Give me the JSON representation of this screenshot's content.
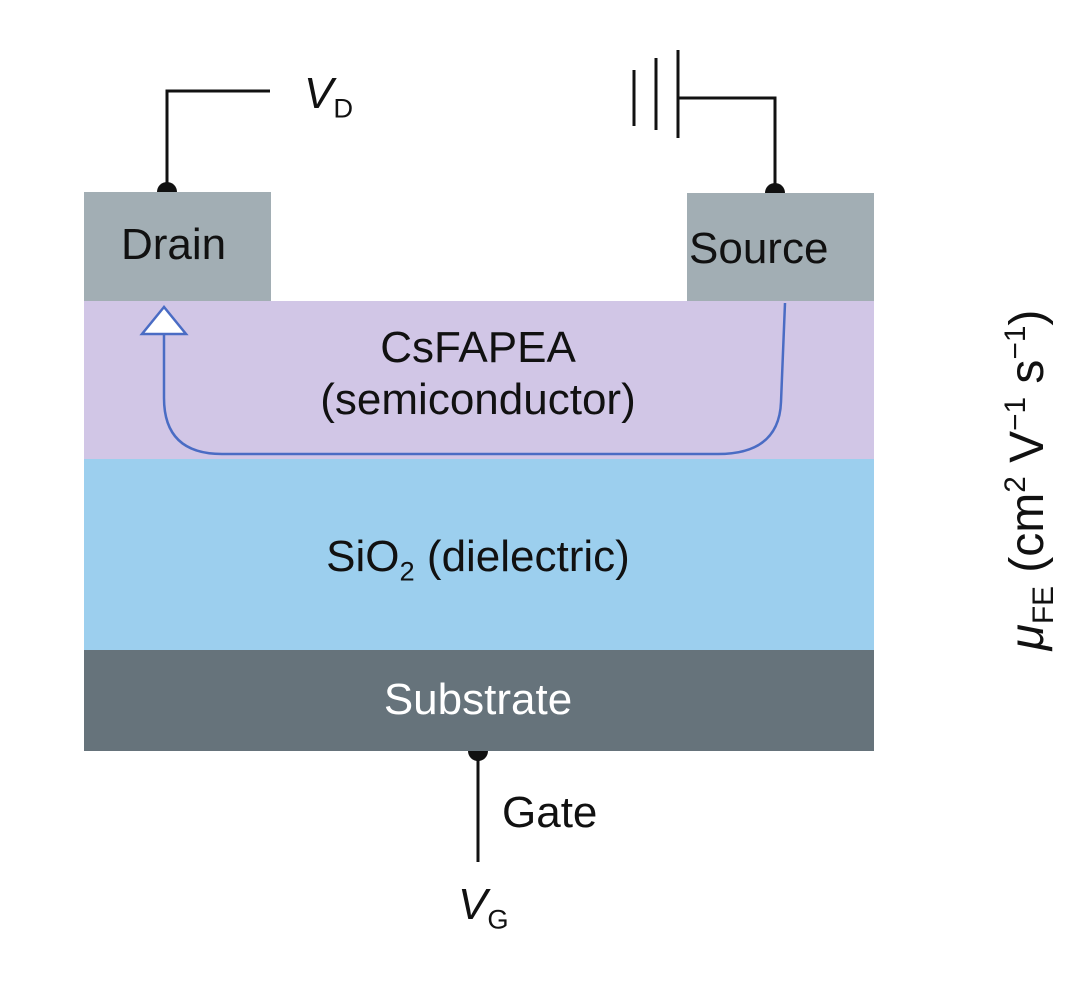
{
  "labels": {
    "vd": {
      "main": "V",
      "sub": "D"
    },
    "vg": {
      "main": "V",
      "sub": "G"
    },
    "drain": "Drain",
    "source": "Source",
    "semiconductor": {
      "line1": "CsFAPEA",
      "line2": "(semiconductor)"
    },
    "dielectric": {
      "pre": "SiO",
      "sub": "2",
      "post": " (dielectric)"
    },
    "substrate": "Substrate",
    "gate": "Gate",
    "mobility": {
      "symbol": "μ",
      "symbol_sub": "FE",
      "open": " (cm",
      "exp1": "2",
      "mid": " V",
      "exp2": "−1",
      "s": " s",
      "exp3": "−1",
      "close": ")"
    }
  },
  "colors": {
    "semiconductor": "#d1c6e6",
    "dielectric": "#9ccfee",
    "substrate": "#66737b",
    "electrode": "#a2aeb4",
    "current_path": "#4a6cc4",
    "wire": "#111111"
  },
  "icons": {
    "ground": "ground-symbol-icon",
    "current_arrow": "current-flow-arrow-icon"
  }
}
